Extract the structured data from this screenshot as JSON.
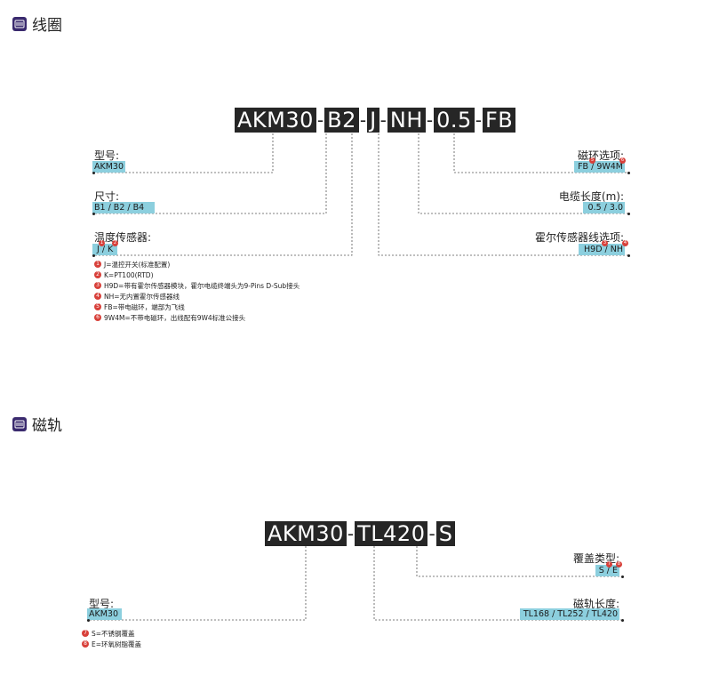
{
  "coil": {
    "title": "线圈",
    "code": [
      "AKM30",
      "B2",
      "J",
      "NH",
      "0.5",
      "FB"
    ],
    "left_fields": [
      {
        "label": "型号:",
        "value": "AKM30"
      },
      {
        "label": "尺寸:",
        "value": "B1 / B2 / B4"
      },
      {
        "label": "温度传感器:",
        "value": "J / K"
      }
    ],
    "right_fields": [
      {
        "label": "磁环选项:",
        "value": "FB / 9W4M"
      },
      {
        "label": "电缆长度(m):",
        "value": "0.5 / 3.0"
      },
      {
        "label": "霍尔传感器线选项:",
        "value": "H9D / NH"
      }
    ],
    "notes": [
      {
        "n": "1",
        "text": "J=温控开关(标准配置)"
      },
      {
        "n": "2",
        "text": "K=PT100(RTD)"
      },
      {
        "n": "3",
        "text": "H9D=带有霍尔传感器模块，霍尔电缆终端头为9-Pins D-Sub接头"
      },
      {
        "n": "4",
        "text": "NH=无内置霍尔传感器线"
      },
      {
        "n": "5",
        "text": "FB=带电磁环，端部为飞线"
      },
      {
        "n": "6",
        "text": "9W4M=不带电磁环，出线配有9W4标准公接头"
      }
    ]
  },
  "rail": {
    "title": "磁轨",
    "code": [
      "AKM30",
      "TL420",
      "S"
    ],
    "left_fields": [
      {
        "label": "型号:",
        "value": "AKM30"
      }
    ],
    "right_fields": [
      {
        "label": "覆盖类型:",
        "value": "S / E"
      },
      {
        "label": "磁轨长度:",
        "value": "TL168 / TL252 / TL420"
      }
    ],
    "notes": [
      {
        "n": "7",
        "text": "S=不锈钢覆盖"
      },
      {
        "n": "8",
        "text": "E=环氧树脂覆盖"
      }
    ]
  },
  "colors": {
    "code_bg": "#262626",
    "value_bg": "#8ccfde",
    "badge": "#d8403a",
    "icon": "#3a2a6e"
  }
}
